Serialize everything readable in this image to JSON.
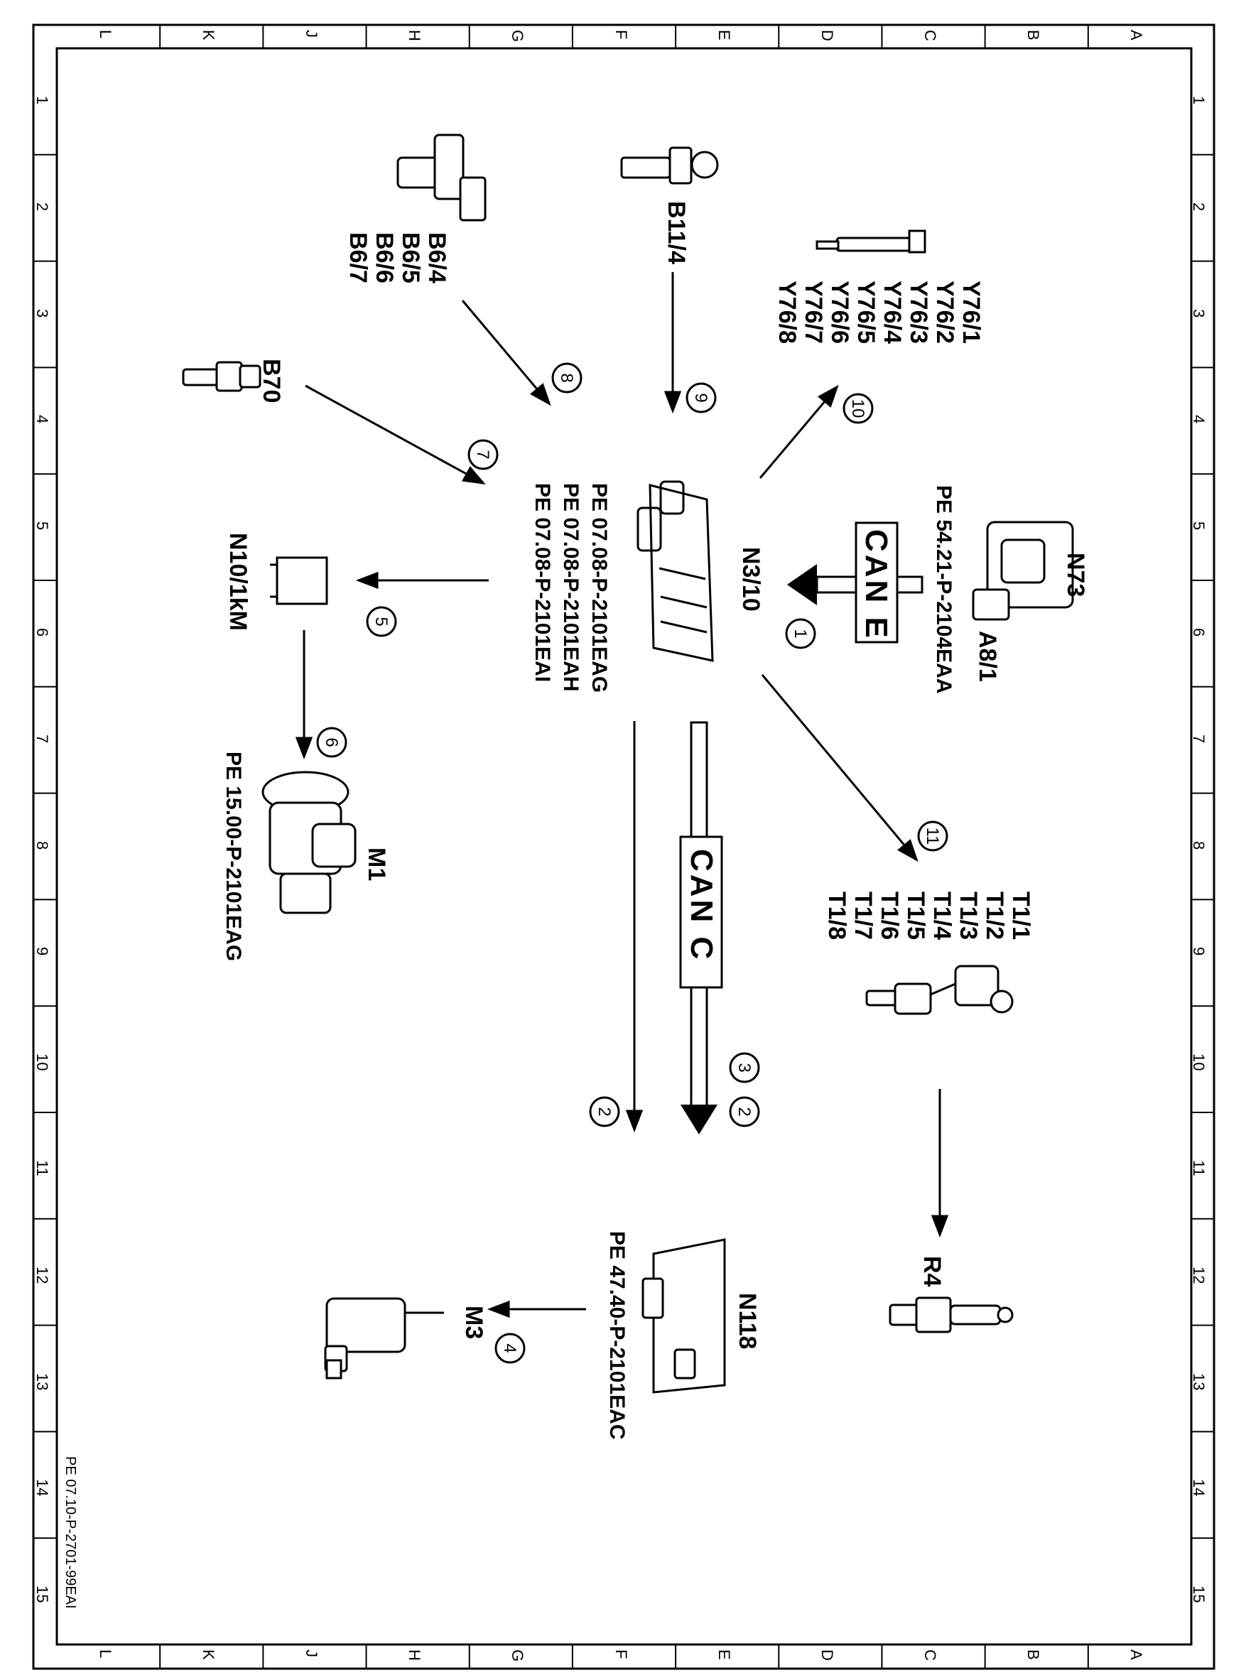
{
  "border": {
    "letters": [
      "L",
      "K",
      "J",
      "H",
      "G",
      "F",
      "E",
      "D",
      "C",
      "B",
      "A"
    ],
    "numbers": [
      "1",
      "2",
      "3",
      "4",
      "5",
      "6",
      "7",
      "8",
      "9",
      "10",
      "11",
      "12",
      "13",
      "14",
      "15"
    ]
  },
  "doc_code": "PE 07.10-P-2701-99EAI",
  "components": {
    "n3_10": {
      "label": "N3/10",
      "refs": [
        "PE  07.08-P-2101EAG",
        "PE  07.08-P-2101EAH",
        "PE  07.08-P-2101EAI"
      ]
    },
    "n73": {
      "label": "N73",
      "sub": "A8/1",
      "ref": "PE  54.21-P-2104EAA"
    },
    "y76": {
      "labels": [
        "Y76/1",
        "Y76/2",
        "Y76/3",
        "Y76/4",
        "Y76/5",
        "Y76/6",
        "Y76/7",
        "Y76/8"
      ]
    },
    "b11_4": {
      "label": "B11/4"
    },
    "b6": {
      "labels": [
        "B6/4",
        "B6/5",
        "B6/6",
        "B6/7"
      ]
    },
    "b70": {
      "label": "B70"
    },
    "n10_1": {
      "label": "N10/1kM"
    },
    "m1": {
      "label": "M1",
      "ref": "PE  15.00-P-2101EAG"
    },
    "t1": {
      "labels": [
        "T1/1",
        "T1/2",
        "T1/3",
        "T1/4",
        "T1/5",
        "T1/6",
        "T1/7",
        "T1/8"
      ]
    },
    "r4": {
      "label": "R4"
    },
    "n118": {
      "label": "N118",
      "ref": "PE  47.40-P-2101EAC"
    },
    "m3": {
      "label": "M3"
    }
  },
  "buses": {
    "can_e": "CAN E",
    "can_c": "CAN C"
  },
  "steps": [
    "1",
    "2",
    "2",
    "3",
    "4",
    "5",
    "6",
    "7",
    "8",
    "9",
    "10",
    "11"
  ]
}
